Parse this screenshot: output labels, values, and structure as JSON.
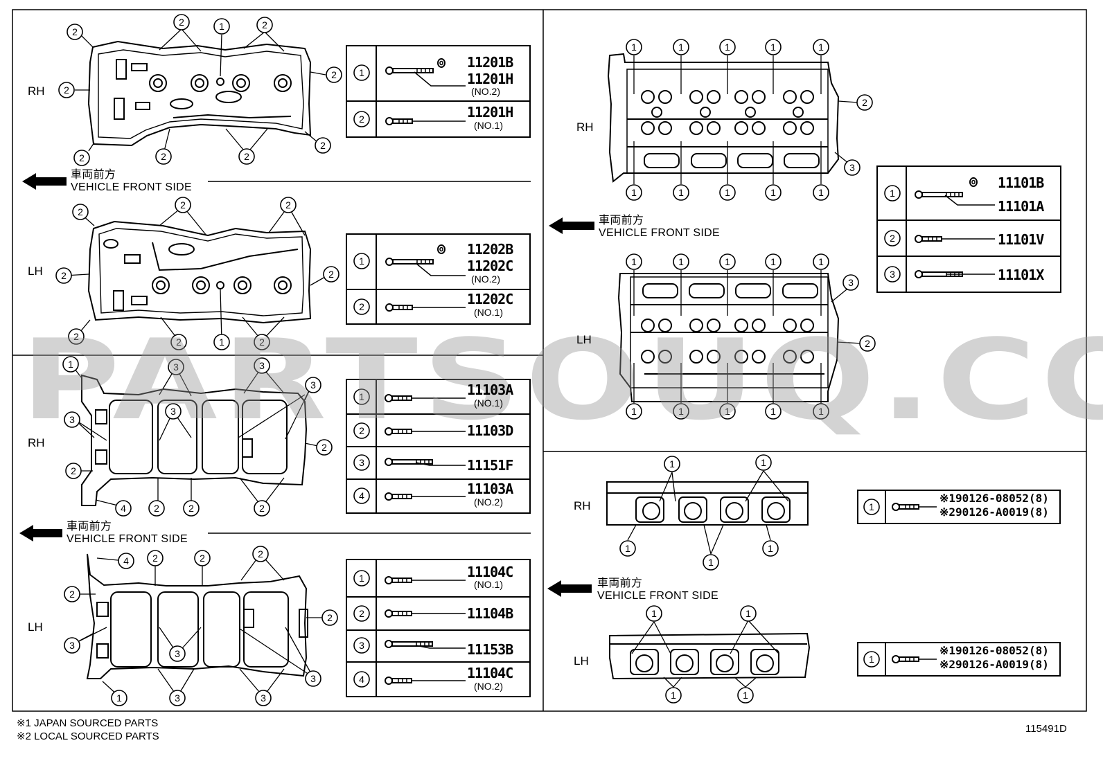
{
  "labels": {
    "rh": "RH",
    "lh": "LH",
    "front_jp": "車両前方",
    "front_en": "VEHICLE FRONT SIDE"
  },
  "tables": {
    "rh_cover": [
      {
        "no": "1",
        "parts": [
          "11201B",
          "11201H",
          "(NO.2)"
        ]
      },
      {
        "no": "2",
        "parts": [
          "11201H",
          "(NO.1)"
        ]
      }
    ],
    "lh_cover": [
      {
        "no": "1",
        "parts": [
          "11202B",
          "11202C",
          "(NO.2)"
        ]
      },
      {
        "no": "2",
        "parts": [
          "11202C",
          "(NO.1)"
        ]
      }
    ],
    "rh_plate": [
      {
        "no": "1",
        "parts": [
          "11103A",
          "(NO.1)"
        ]
      },
      {
        "no": "2",
        "parts": [
          "11103D"
        ]
      },
      {
        "no": "3",
        "parts": [
          "11151F"
        ]
      },
      {
        "no": "4",
        "parts": [
          "11103A",
          "(NO.2)"
        ]
      }
    ],
    "lh_plate": [
      {
        "no": "1",
        "parts": [
          "11104C",
          "(NO.1)"
        ]
      },
      {
        "no": "2",
        "parts": [
          "11104B"
        ]
      },
      {
        "no": "3",
        "parts": [
          "11153B"
        ]
      },
      {
        "no": "4",
        "parts": [
          "11104C",
          "(NO.2)"
        ]
      }
    ],
    "head": [
      {
        "no": "1",
        "parts": [
          "11101B",
          "11101A"
        ]
      },
      {
        "no": "2",
        "parts": [
          "11101V"
        ]
      },
      {
        "no": "3",
        "parts": [
          "11101X"
        ]
      }
    ],
    "stud_rh": [
      {
        "no": "1",
        "parts": [
          "※190126-08052(8)",
          "※290126-A0019(8)"
        ]
      }
    ],
    "stud_lh": [
      {
        "no": "1",
        "parts": [
          "※190126-08052(8)",
          "※290126-A0019(8)"
        ]
      }
    ]
  },
  "notes": [
    "※1 JAPAN SOURCED PARTS",
    "※2 LOCAL SOURCED PARTS"
  ],
  "diagram_id": "115491D",
  "watermark": "PARTSOUQ.COM"
}
